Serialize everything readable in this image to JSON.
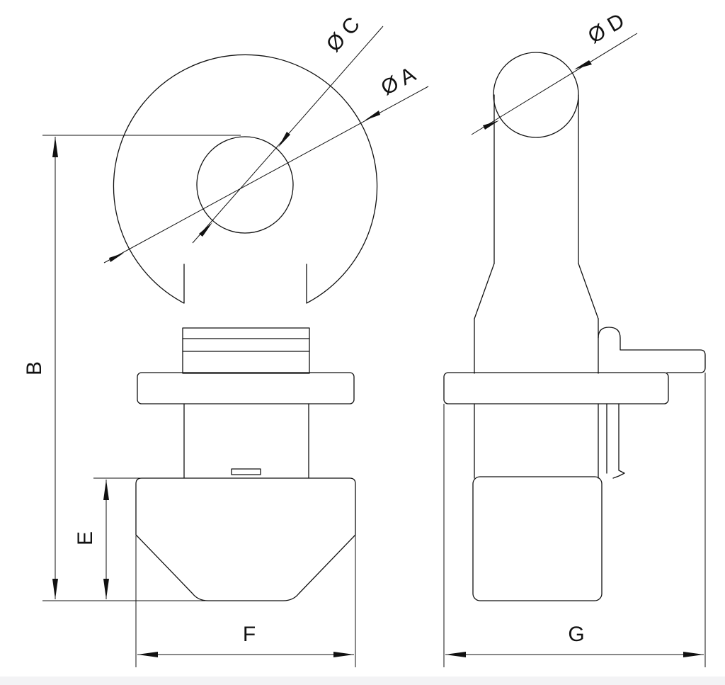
{
  "drawing": {
    "labels": {
      "dia_a": "Ø A",
      "dia_c": "Ø C",
      "dia_d": "Ø D",
      "b": "B",
      "e": "E",
      "f": "F",
      "g": "G"
    },
    "colors": {
      "line": "#111111",
      "background": "#ffffff"
    }
  }
}
